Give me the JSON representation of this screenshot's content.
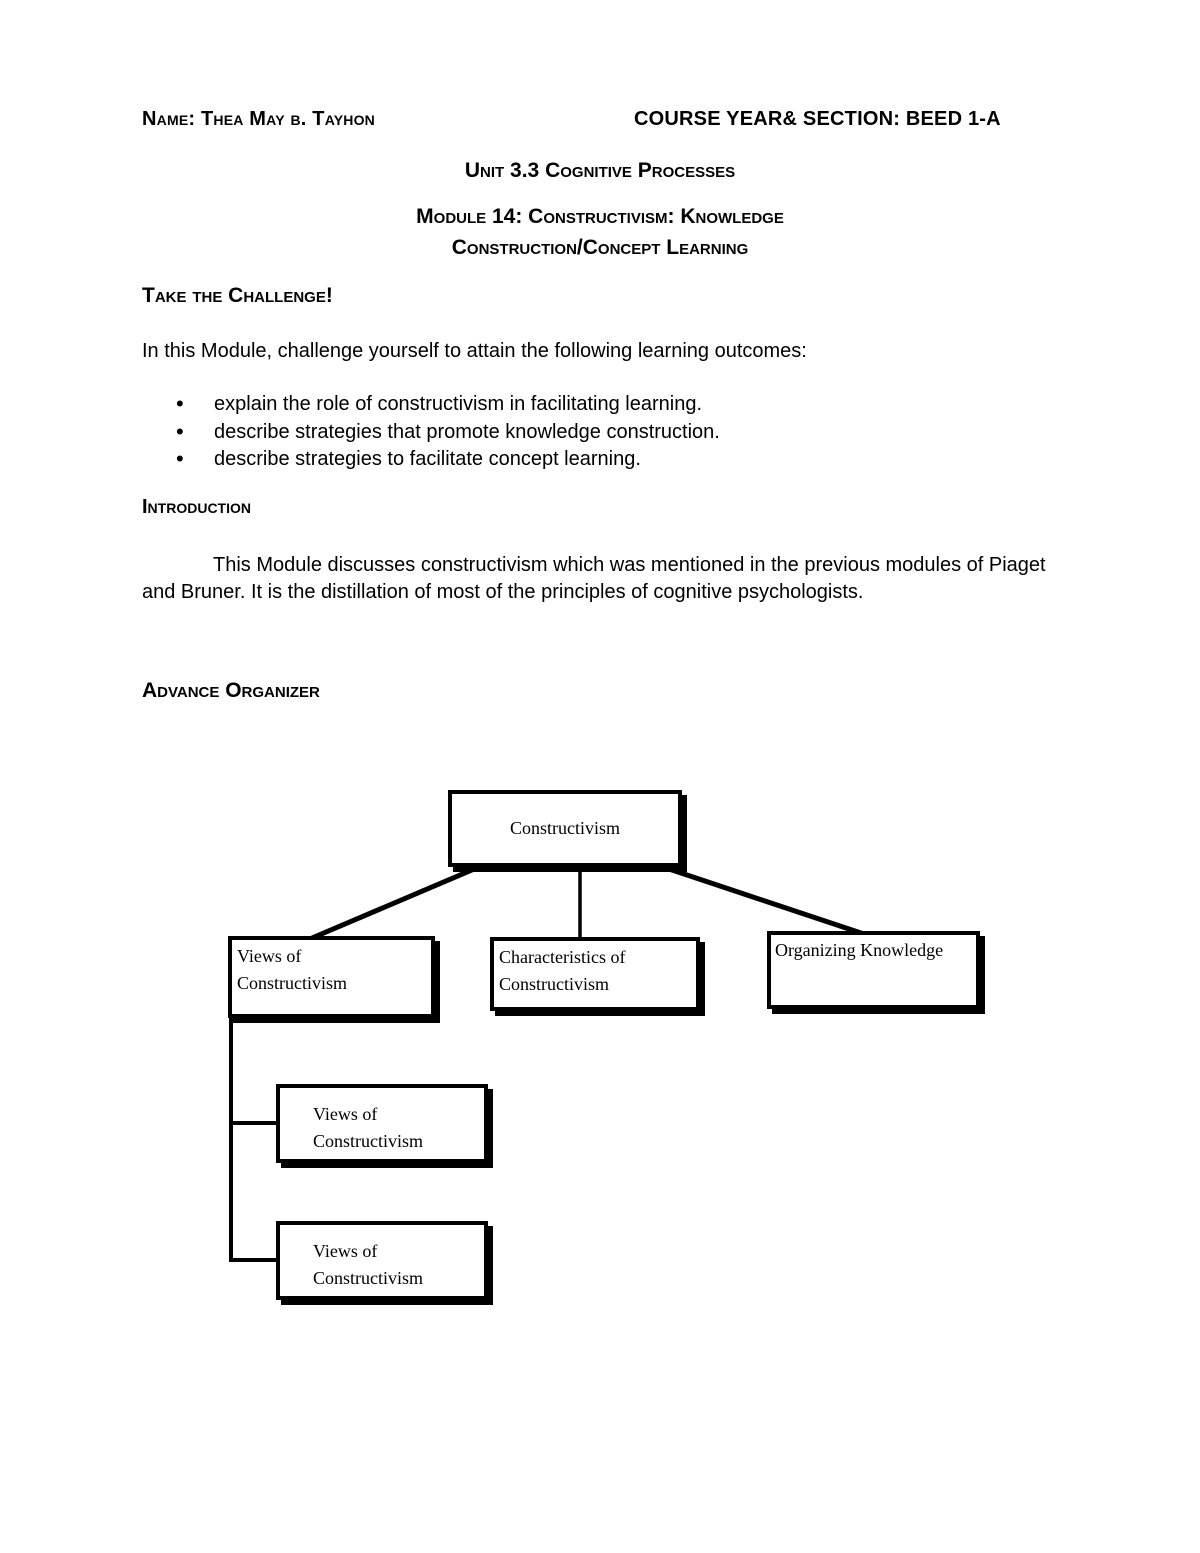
{
  "document": {
    "header": {
      "name": "Name: Thea May b. Tayhon",
      "course_section": "COURSE YEAR& SECTION: BEED 1-A"
    },
    "unit_title": "Unit 3.3 Cognitive Processes",
    "module_title_line1": "Module 14: Constructivism: Knowledge",
    "module_title_line2": "Construction/Concept Learning",
    "challenge": {
      "heading": "Take the Challenge!",
      "intro": "In this Module, challenge yourself to attain the following learning outcomes:",
      "outcomes": [
        "explain the role of constructivism in facilitating learning.",
        "describe strategies that promote knowledge construction.",
        "describe strategies to facilitate concept learning."
      ]
    },
    "introduction": {
      "heading": "Introduction",
      "body": "This Module discusses constructivism which was mentioned in the previous modules of Piaget and Bruner. It is the distillation of most of the principles of cognitive psychologists."
    },
    "organizer": {
      "heading": "Advance Organizer"
    }
  },
  "diagram": {
    "root": "Constructivism",
    "boxes": {
      "views": {
        "line1": "Views of",
        "line2": "Constructivism"
      },
      "characteristics": {
        "line1": "Characteristics of",
        "line2": "Constructivism"
      },
      "organizing": {
        "line1": "Organizing Knowledge"
      },
      "sub1": {
        "line1": "Views of",
        "line2": "Constructivism"
      },
      "sub2": {
        "line1": "Views of",
        "line2": "Constructivism"
      }
    }
  },
  "colors": {
    "page_background": "#ffffff",
    "text": "#000000",
    "box_border": "#000000",
    "box_shadow": "#000000"
  }
}
